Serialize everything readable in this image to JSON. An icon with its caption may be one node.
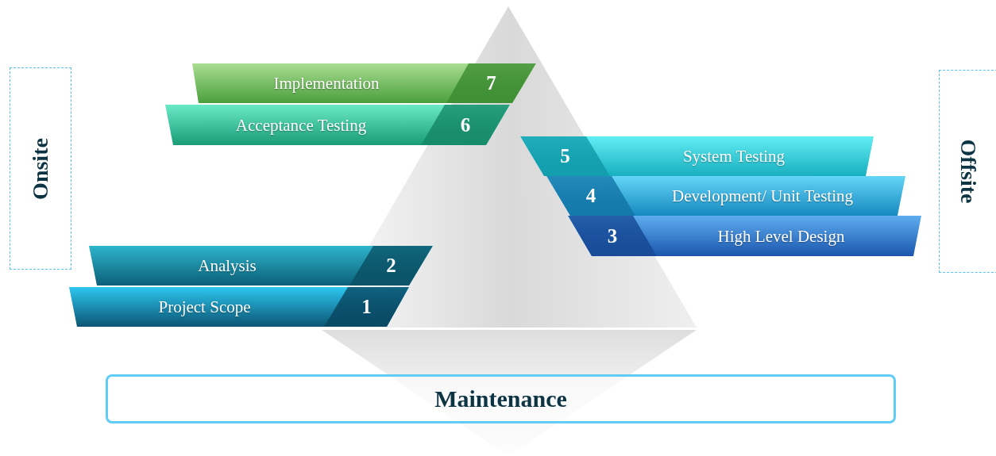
{
  "diagram": {
    "nodes": [
      {
        "text": [
          "Onsite"
        ]
      },
      {
        "text": [
          "Implementation",
          "7"
        ]
      },
      {
        "text": [
          "Acceptance Testing",
          "6"
        ]
      },
      {
        "text": [
          "5",
          "System Testing"
        ]
      },
      {
        "text": [
          "4",
          "Development/ Unit Testing"
        ]
      },
      {
        "text": [
          "3",
          "High Level Design"
        ]
      },
      {
        "text": [
          "Analysis",
          "2"
        ]
      },
      {
        "text": [
          "Project Scope",
          "1"
        ]
      },
      {
        "text": [
          "Offsite"
        ]
      },
      {
        "text": [
          "Maintenance"
        ]
      }
    ]
  }
}
